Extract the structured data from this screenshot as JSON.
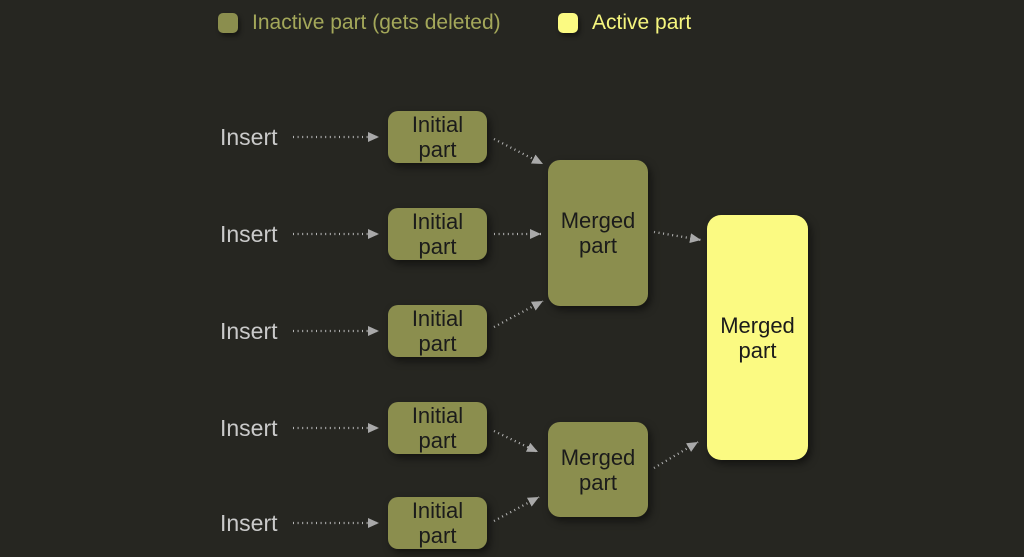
{
  "legend": {
    "inactive_label": "Inactive part (gets deleted)",
    "active_label": "Active part"
  },
  "colors": {
    "background": "#262621",
    "inactive_part_fill": "#8b8e4e",
    "active_part_fill": "#fbfa82",
    "legend_inactive_text": "#a4a85a",
    "legend_active_text": "#f6f67e",
    "insert_text": "#cacaca",
    "box_text": "#1b1b1b",
    "arrow": "#b5b5b5"
  },
  "diagram": {
    "rows": [
      {
        "insert": "Insert",
        "part": "Initial\npart"
      },
      {
        "insert": "Insert",
        "part": "Initial\npart"
      },
      {
        "insert": "Insert",
        "part": "Initial\npart"
      },
      {
        "insert": "Insert",
        "part": "Initial\npart"
      },
      {
        "insert": "Insert",
        "part": "Initial\npart"
      }
    ],
    "merged_level1": [
      {
        "label": "Merged\npart"
      },
      {
        "label": "Merged\npart"
      }
    ],
    "merged_final": {
      "label": "Merged\npart"
    }
  }
}
